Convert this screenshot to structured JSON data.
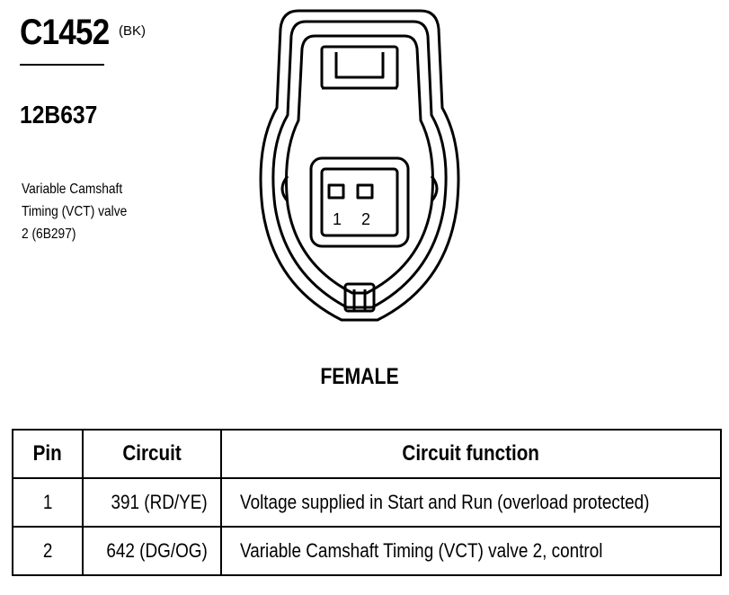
{
  "connector": {
    "id": "C1452",
    "color_code": "(BK)",
    "part_number": "12B637",
    "description_lines": [
      "Variable Camshaft",
      "Timing (VCT) valve",
      "2 (6B297)"
    ],
    "gender": "FEMALE",
    "pin_labels": [
      "1",
      "2"
    ]
  },
  "table": {
    "headers": [
      "Pin",
      "Circuit",
      "Circuit function"
    ],
    "rows": [
      {
        "pin": "1",
        "circuit": "391 (RD/YE)",
        "function": "Voltage supplied in Start and Run (overload protected)"
      },
      {
        "pin": "2",
        "circuit": "642 (DG/OG)",
        "function": "Variable Camshaft Timing (VCT) valve 2, control"
      }
    ]
  }
}
